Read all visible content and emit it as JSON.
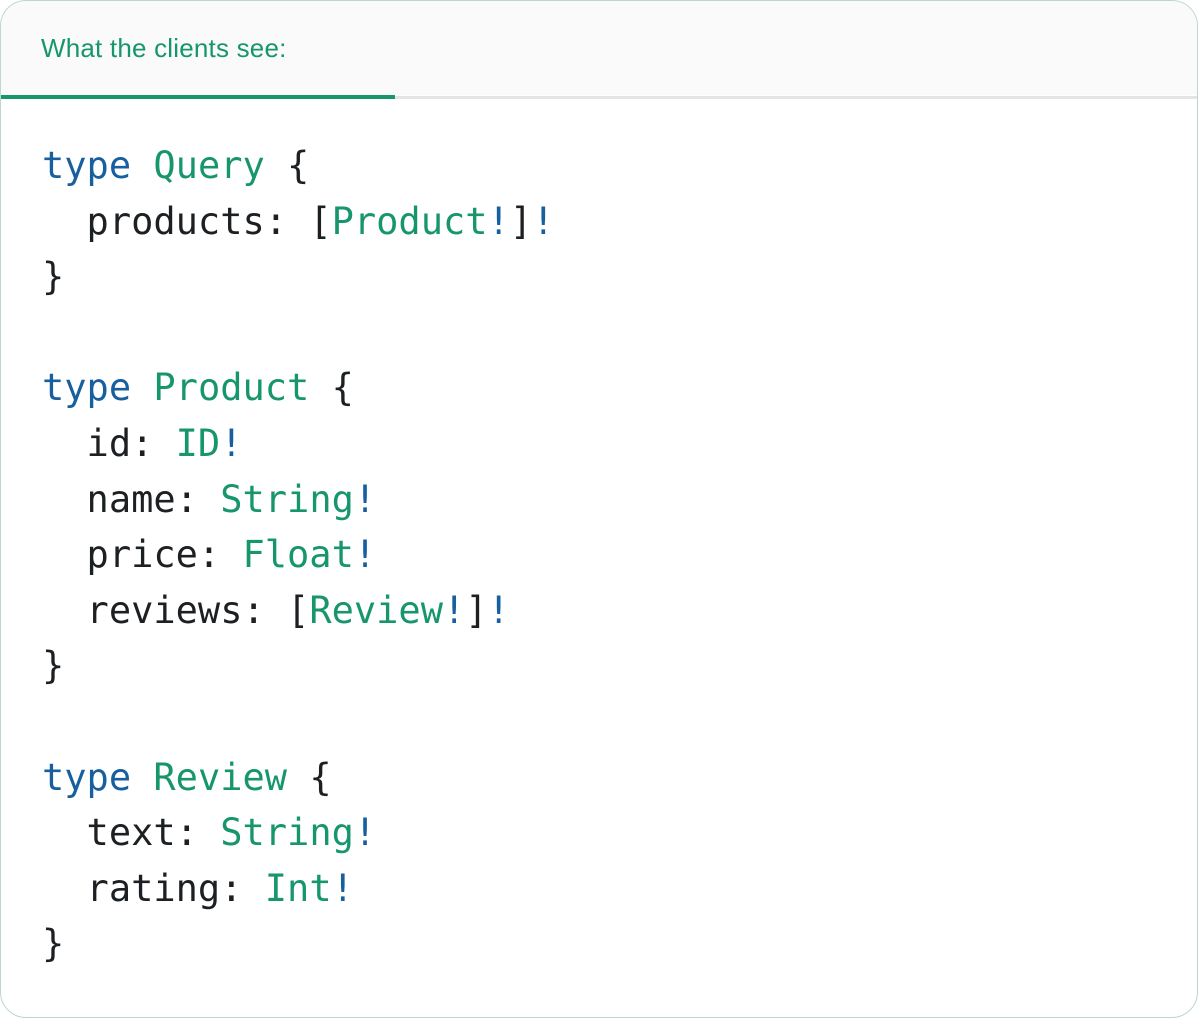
{
  "tab": {
    "label": "What the clients see:"
  },
  "colors": {
    "accent_green": "#17966e",
    "keyword_blue": "#175f9e",
    "type_green": "#17966e",
    "code_text": "#1d2023",
    "header_bg": "#fafafa",
    "divider_gray": "#e4e4e4",
    "card_border": "#bcd8c6",
    "card_bg": "#ffffff"
  },
  "code": {
    "language": "graphql",
    "raw": "type Query {\n  products: [Product!]!\n}\n\ntype Product {\n  id: ID!\n  name: String!\n  price: Float!\n  reviews: [Review!]!\n}\n\ntype Review {\n  text: String!\n  rating: Int!\n}",
    "lines": [
      [
        [
          "type",
          "k"
        ],
        [
          " ",
          "x"
        ],
        [
          "Query",
          "t"
        ],
        [
          " {",
          "x"
        ]
      ],
      [
        [
          "  products: ",
          "x"
        ],
        [
          "[",
          "x"
        ],
        [
          "Product",
          "t"
        ],
        [
          "!",
          "k"
        ],
        [
          "]",
          "x"
        ],
        [
          "!",
          "k"
        ]
      ],
      [
        [
          "}",
          "x"
        ]
      ],
      [],
      [
        [
          "type",
          "k"
        ],
        [
          " ",
          "x"
        ],
        [
          "Product",
          "t"
        ],
        [
          " {",
          "x"
        ]
      ],
      [
        [
          "  id: ",
          "x"
        ],
        [
          "ID",
          "t"
        ],
        [
          "!",
          "k"
        ]
      ],
      [
        [
          "  name: ",
          "x"
        ],
        [
          "String",
          "t"
        ],
        [
          "!",
          "k"
        ]
      ],
      [
        [
          "  price: ",
          "x"
        ],
        [
          "Float",
          "t"
        ],
        [
          "!",
          "k"
        ]
      ],
      [
        [
          "  reviews: ",
          "x"
        ],
        [
          "[",
          "x"
        ],
        [
          "Review",
          "t"
        ],
        [
          "!",
          "k"
        ],
        [
          "]",
          "x"
        ],
        [
          "!",
          "k"
        ]
      ],
      [
        [
          "}",
          "x"
        ]
      ],
      [],
      [
        [
          "type",
          "k"
        ],
        [
          " ",
          "x"
        ],
        [
          "Review",
          "t"
        ],
        [
          " {",
          "x"
        ]
      ],
      [
        [
          "  text: ",
          "x"
        ],
        [
          "String",
          "t"
        ],
        [
          "!",
          "k"
        ]
      ],
      [
        [
          "  rating: ",
          "x"
        ],
        [
          "Int",
          "t"
        ],
        [
          "!",
          "k"
        ]
      ],
      [
        [
          "}",
          "x"
        ]
      ]
    ]
  }
}
